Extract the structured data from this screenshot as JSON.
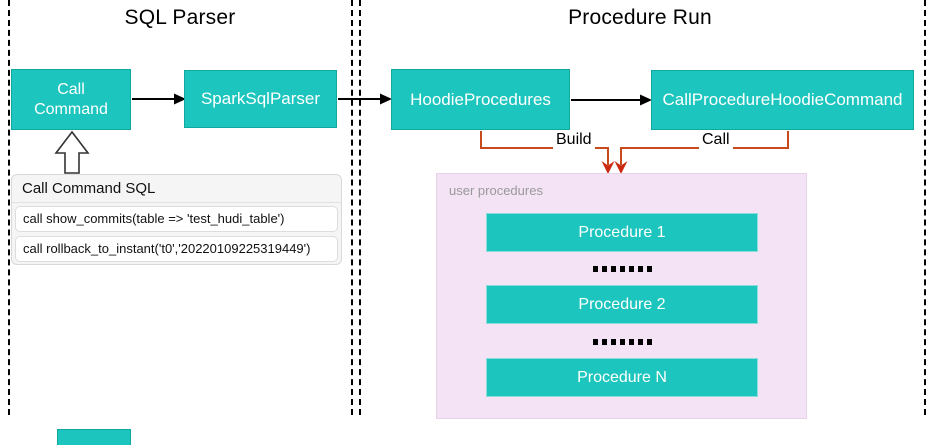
{
  "colors": {
    "teal": "#1CC5BD",
    "teal_border": "#10A89F",
    "orange_line": "#C64A1C",
    "orange_arrowhead": "#CB2A11",
    "pink_bg": "#F3E3F5",
    "panel_bg": "#F5F5F5",
    "gray_label": "#999999",
    "black": "#000000"
  },
  "sections": {
    "sql_parser": {
      "title": "SQL Parser"
    },
    "procedure_run": {
      "title": "Procedure Run"
    }
  },
  "nodes": {
    "call_command": {
      "label": "Call\nCommand"
    },
    "spark_sql_parser": {
      "label": "SparkSqlParser"
    },
    "hoodie_procedures": {
      "label": "HoodieProcedures"
    },
    "call_procedure_hoodie_command": {
      "label": "CallProcedureHoodieCommand"
    }
  },
  "edges": {
    "build_label": "Build",
    "call_label": "Call"
  },
  "sql_panel": {
    "title": "Call Command SQL",
    "rows": [
      "call show_commits(table => 'test_hudi_table')",
      "call rollback_to_instant('t0','20220109225319449')"
    ]
  },
  "user_procedures": {
    "label": "user procedures",
    "items": [
      {
        "label": "Procedure 1"
      },
      {
        "label": "Procedure 2"
      },
      {
        "label": "Procedure N"
      }
    ]
  }
}
